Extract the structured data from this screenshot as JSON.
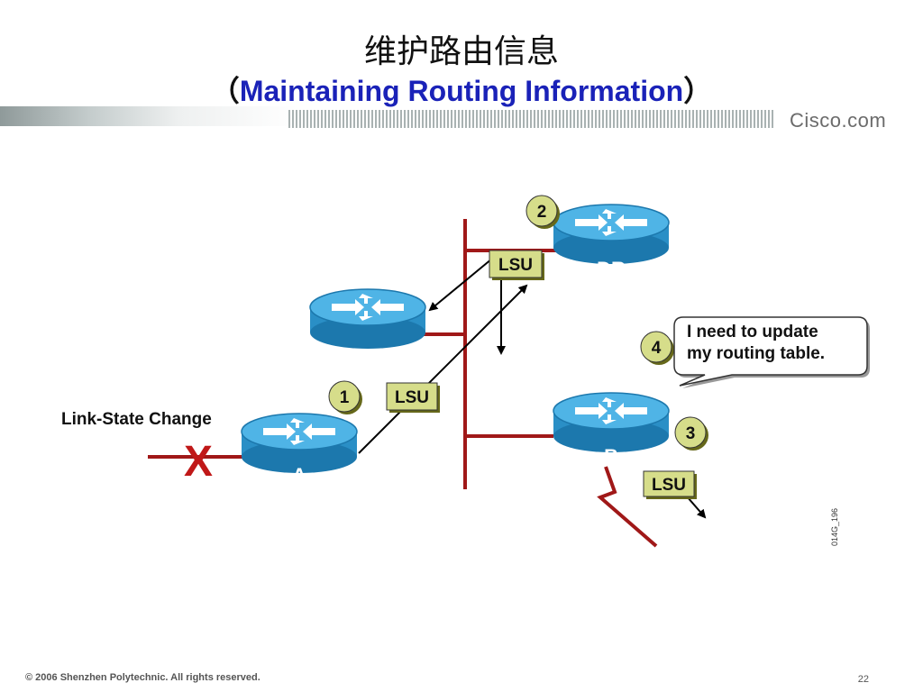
{
  "title": {
    "chinese": "维护路由信息",
    "paren_open": "（",
    "english": "Maintaining Routing Information",
    "paren_close": "）"
  },
  "brand": {
    "logo_text": "Cisco.com"
  },
  "diagram": {
    "routers": [
      {
        "id": "dr",
        "label": "DR"
      },
      {
        "id": "unlabeled",
        "label": ""
      },
      {
        "id": "a",
        "label": "A"
      },
      {
        "id": "b",
        "label": "B"
      }
    ],
    "lsu_label": "LSU",
    "steps": [
      "1",
      "2",
      "3",
      "4"
    ],
    "callout": {
      "line1": "I need to update",
      "line2": "my routing table."
    },
    "link_state_label": "Link-State Change",
    "failure_mark": "X",
    "figure_code": "014G_196"
  },
  "footer": {
    "copyright": "© 2006 Shenzhen Polytechnic. All rights reserved.",
    "page_number": "22"
  },
  "colors": {
    "title_english": "#1a22b8",
    "router_body": "#2a8fc6",
    "router_top": "#4fb4e6",
    "lan_line": "#a01818",
    "failure_mark": "#c01818",
    "badge_fill": "#d6dd8a",
    "banner_gray": "#9a9a9a"
  }
}
